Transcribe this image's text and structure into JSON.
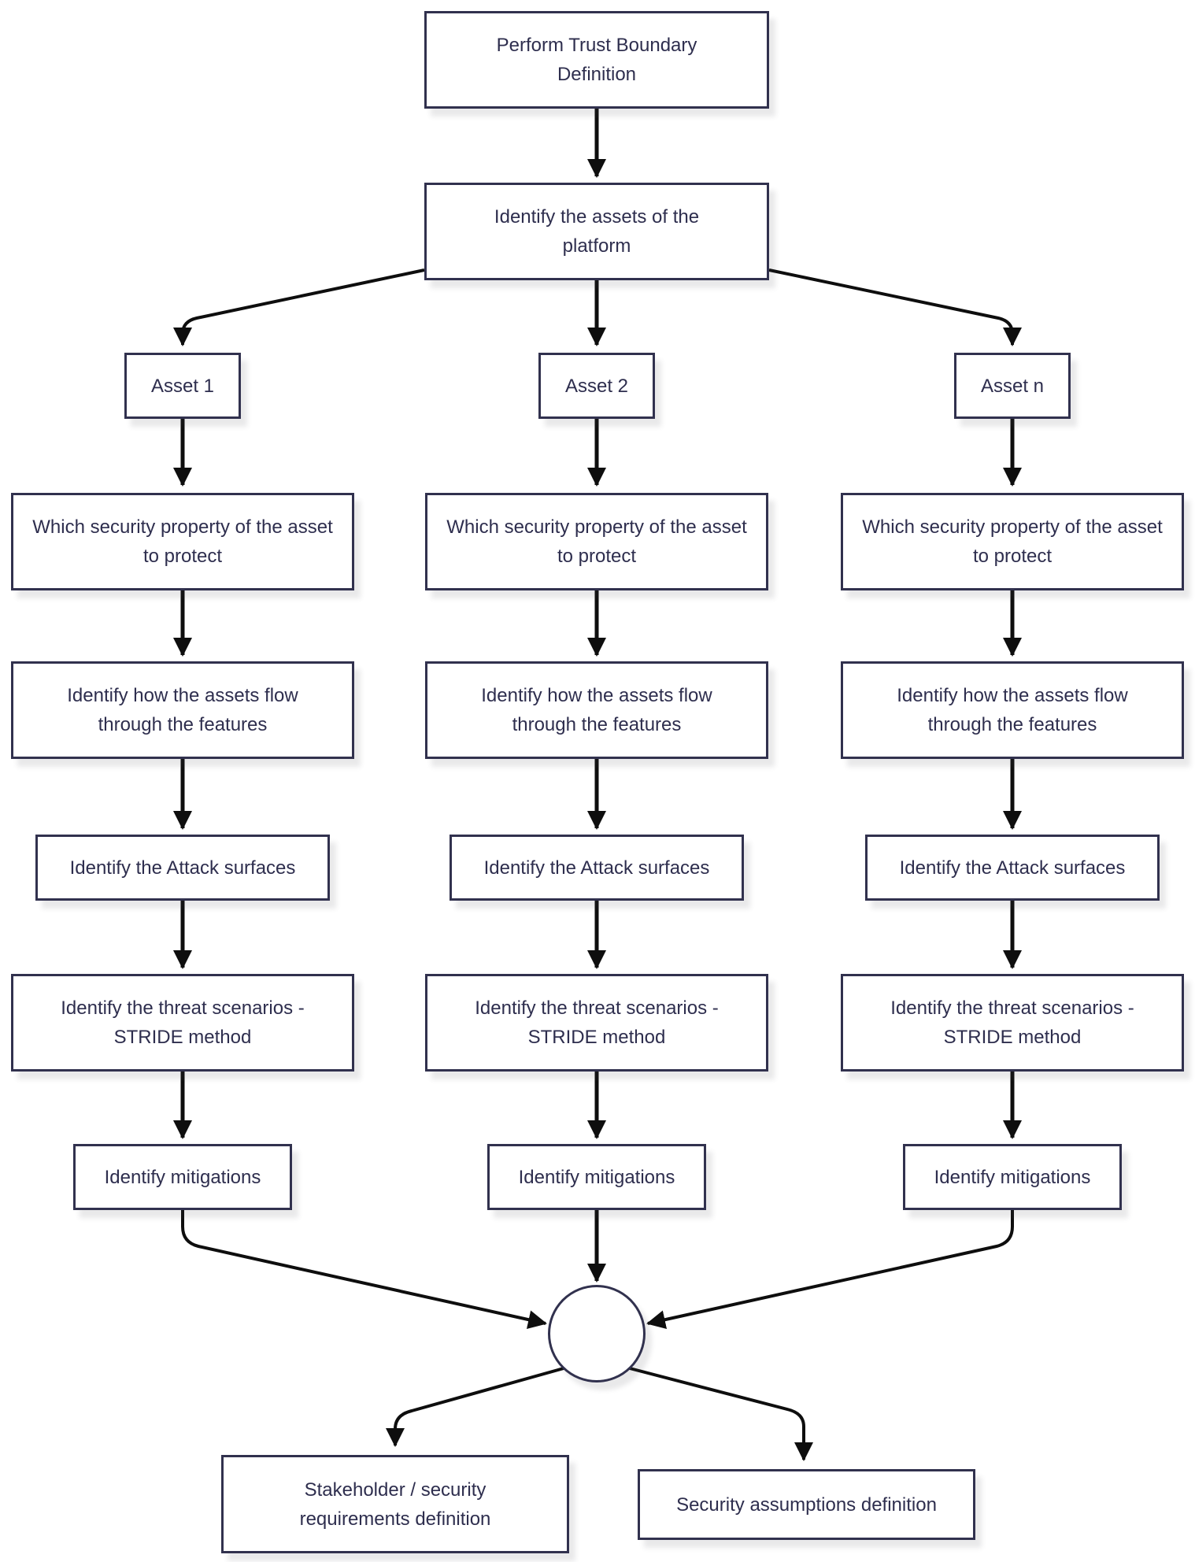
{
  "diagram": {
    "top": {
      "trust_boundary": "Perform Trust Boundary Definition",
      "identify_assets": "Identify the assets of the platform"
    },
    "columns": [
      {
        "asset": "Asset 1",
        "steps": [
          "Which security property of the asset to protect",
          "Identify how the assets flow through the features",
          "Identify the Attack surfaces",
          "Identify the threat scenarios - STRIDE method",
          "Identify mitigations"
        ]
      },
      {
        "asset": "Asset 2",
        "steps": [
          "Which security property of the asset to protect",
          "Identify how the assets flow through the features",
          "Identify the Attack surfaces",
          "Identify the threat scenarios - STRIDE method",
          "Identify mitigations"
        ]
      },
      {
        "asset": "Asset n",
        "steps": [
          "Which security property of the asset to protect",
          "Identify how the assets flow through the features",
          "Identify the Attack surfaces",
          "Identify the threat scenarios - STRIDE method",
          "Identify mitigations"
        ]
      }
    ],
    "merge_node": {
      "shape": "circle",
      "label": ""
    },
    "outputs": {
      "stakeholder_requirements": "Stakeholder / security requirements definition",
      "security_assumptions": "Security assumptions definition"
    },
    "colors": {
      "node_border": "#31314e",
      "node_fill": "#ffffff",
      "text": "#2e2e4e",
      "arrow": "#0e0e0e",
      "background": "#ffffff"
    }
  }
}
